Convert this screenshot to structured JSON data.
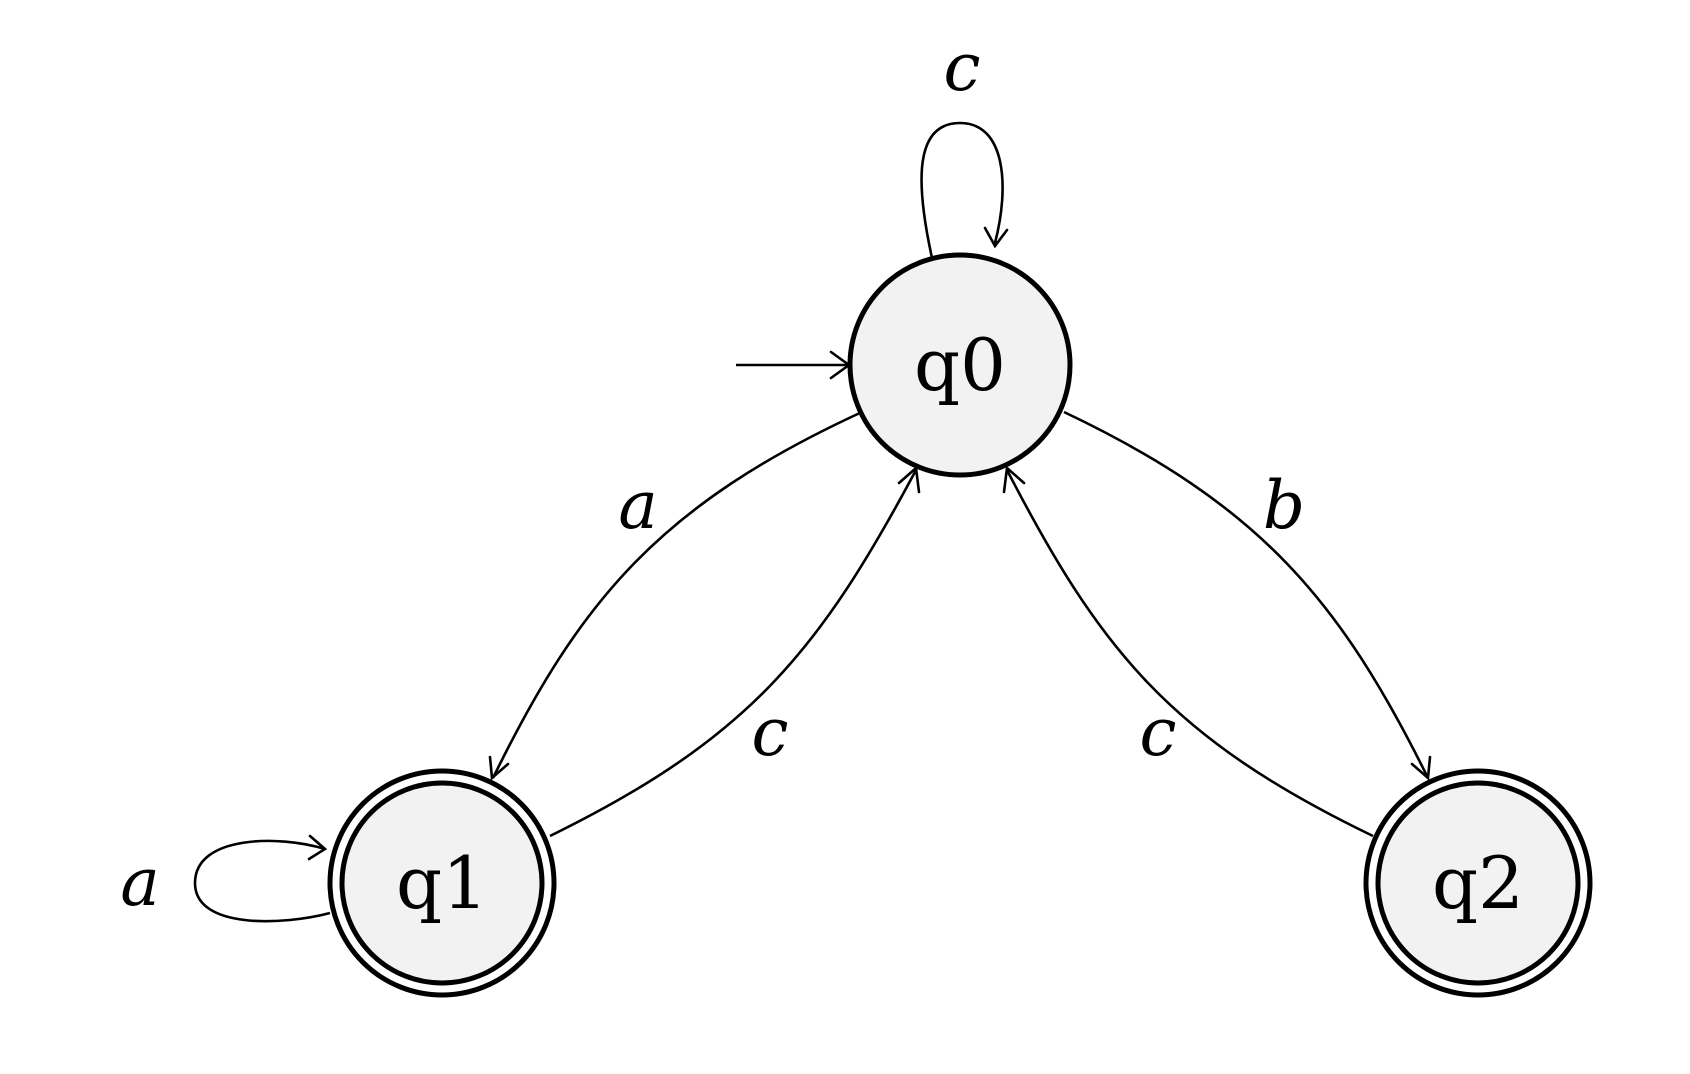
{
  "diagram": {
    "states": [
      {
        "id": "q0",
        "label": "q0",
        "initial": true,
        "accepting": false
      },
      {
        "id": "q1",
        "label": "q1",
        "initial": false,
        "accepting": true
      },
      {
        "id": "q2",
        "label": "q2",
        "initial": false,
        "accepting": true
      }
    ],
    "transitions": [
      {
        "from": "q0",
        "to": "q0",
        "symbol": "c"
      },
      {
        "from": "q0",
        "to": "q1",
        "symbol": "a"
      },
      {
        "from": "q1",
        "to": "q0",
        "symbol": "c"
      },
      {
        "from": "q0",
        "to": "q2",
        "symbol": "b"
      },
      {
        "from": "q2",
        "to": "q0",
        "symbol": "c"
      },
      {
        "from": "q1",
        "to": "q1",
        "symbol": "a"
      }
    ],
    "colors": {
      "state_fill": "#f2f2f2",
      "stroke": "#000000",
      "background": "#ffffff"
    }
  }
}
